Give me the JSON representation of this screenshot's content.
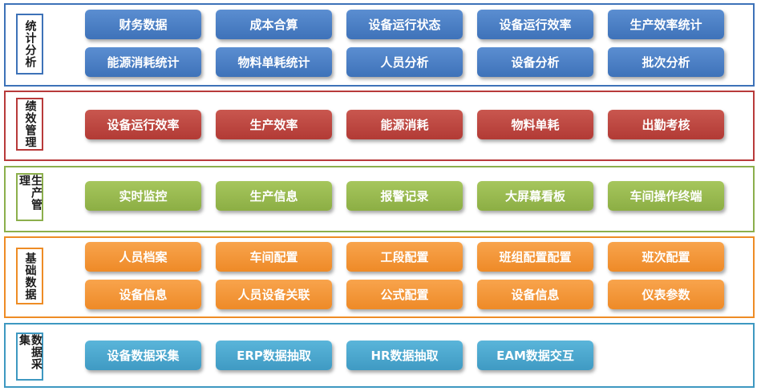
{
  "sections": [
    {
      "label": "统计分析",
      "color": "#3d72b8",
      "rows": [
        [
          "财务数据",
          "成本合算",
          "设备运行状态",
          "设备运行效率",
          "生产效率统计"
        ],
        [
          "能源消耗统计",
          "物料单耗统计",
          "人员分析",
          "设备分析",
          "批次分析"
        ]
      ]
    },
    {
      "label": "绩效管理",
      "color": "#b83a3a",
      "rows": [
        [
          "设备运行效率",
          "生产效率",
          "能源消耗",
          "物料单耗",
          "出勤考核"
        ]
      ]
    },
    {
      "label": "生产管理",
      "color": "#8caf4c",
      "rows": [
        [
          "实时监控",
          "生产信息",
          "报警记录",
          "大屏幕看板",
          "车间操作终端"
        ]
      ]
    },
    {
      "label": "基础数据",
      "color": "#ee8c25",
      "rows": [
        [
          "人员档案",
          "车间配置",
          "工段配置",
          "班组配置配置",
          "班次配置"
        ],
        [
          "设备信息",
          "人员设备关联",
          "公式配置",
          "设备信息",
          "仪表参数"
        ]
      ]
    },
    {
      "label": "数据采集",
      "color": "#3e98c1",
      "rows": [
        [
          "设备数据采集",
          "ERP数据抽取",
          "HR数据抽取",
          "EAM数据交互"
        ]
      ]
    }
  ]
}
